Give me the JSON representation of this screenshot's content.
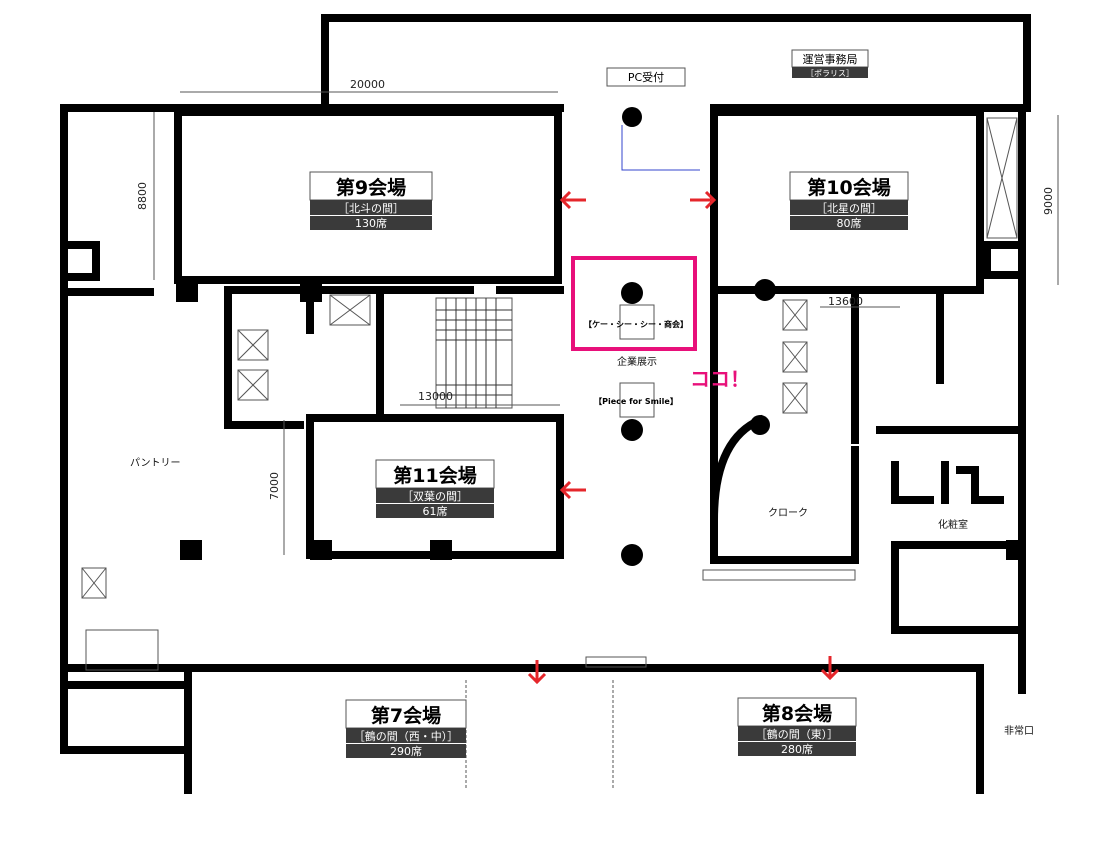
{
  "rooms": {
    "r9": {
      "title": "第9会場",
      "hall": "［北斗の間］",
      "seats": "130席"
    },
    "r10": {
      "title": "第10会場",
      "hall": "［北星の間］",
      "seats": "80席"
    },
    "r11": {
      "title": "第11会場",
      "hall": "［双葉の間］",
      "seats": "61席"
    },
    "r7": {
      "title": "第7会場",
      "hall": "［鶴の間（西・中）］",
      "seats": "290席"
    },
    "r8": {
      "title": "第8会場",
      "hall": "［鶴の間（東）］",
      "seats": "280席"
    }
  },
  "office": {
    "title": "運営事務局",
    "sub": "［ポラリス］"
  },
  "reception": "PC受付",
  "dimensions": {
    "d1": "20000",
    "d2": "8800",
    "d3": "9000",
    "d4": "13600",
    "d5": "13000",
    "d6": "7000"
  },
  "labels": {
    "pantry": "パントリー",
    "cloak": "クローク",
    "restroom": "化粧室",
    "exit": "非常口",
    "exhibit": "企業展示",
    "booth1": "【ケー・シー・シー・商会】",
    "booth2": "【Piece for Smile】",
    "here": "ココ！"
  },
  "colors": {
    "highlight": "#e8107a",
    "arrow": "#e5262b",
    "label_dark": "#3a3a3a"
  }
}
